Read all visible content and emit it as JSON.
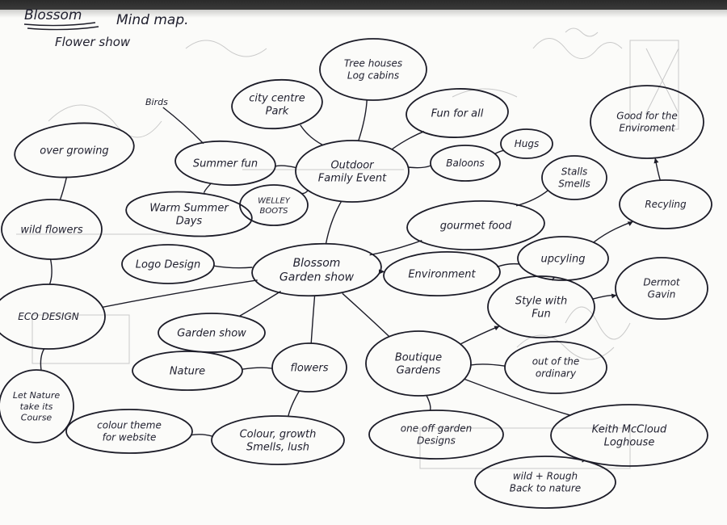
{
  "header": {
    "title": "Blossom",
    "subtitle": "Mind map.",
    "topic": "Flower show"
  },
  "colors": {
    "ink": "#1c1c28",
    "paper": "#fbfbf9",
    "pencil": "#c9c9c9"
  },
  "nodes": [
    {
      "id": "blossom",
      "lines": [
        "Blossom",
        "Garden show"
      ]
    },
    {
      "id": "outdoor",
      "lines": [
        "Outdoor",
        "Family Event"
      ]
    },
    {
      "id": "treehouses",
      "lines": [
        "Tree houses",
        "Log cabins"
      ]
    },
    {
      "id": "citypark",
      "lines": [
        "city centre",
        "Park"
      ]
    },
    {
      "id": "funforall",
      "lines": [
        "Fun for all"
      ]
    },
    {
      "id": "hugs",
      "lines": [
        "Hugs"
      ]
    },
    {
      "id": "balloons",
      "lines": [
        "Baloons"
      ]
    },
    {
      "id": "summerfun",
      "lines": [
        "Summer fun"
      ]
    },
    {
      "id": "welley",
      "lines": [
        "WELLEY",
        "BOOTS"
      ]
    },
    {
      "id": "warmdays",
      "lines": [
        "Warm Summer",
        "Days"
      ]
    },
    {
      "id": "overgrowing",
      "lines": [
        "over growing"
      ]
    },
    {
      "id": "wildflowers",
      "lines": [
        "wild flowers"
      ]
    },
    {
      "id": "logodesign",
      "lines": [
        "Logo Design"
      ]
    },
    {
      "id": "ecodesign",
      "lines": [
        "ECO DESIGN"
      ]
    },
    {
      "id": "letnature",
      "lines": [
        "Let Nature",
        "take its",
        "Course"
      ]
    },
    {
      "id": "gardenshow",
      "lines": [
        "Garden show"
      ]
    },
    {
      "id": "nature",
      "lines": [
        "Nature"
      ]
    },
    {
      "id": "flowers",
      "lines": [
        "flowers"
      ]
    },
    {
      "id": "colourtheme",
      "lines": [
        "colour theme",
        "for website"
      ]
    },
    {
      "id": "colour",
      "lines": [
        "Colour, growth",
        "Smells, lush"
      ]
    },
    {
      "id": "boutique",
      "lines": [
        "Boutique",
        "Gardens"
      ]
    },
    {
      "id": "oneoff",
      "lines": [
        "one off garden",
        "Designs"
      ]
    },
    {
      "id": "outofordinary",
      "lines": [
        "out of the",
        "ordinary"
      ]
    },
    {
      "id": "keith",
      "lines": [
        "Keith McCloud",
        "Loghouse"
      ]
    },
    {
      "id": "wildrough",
      "lines": [
        "wild + Rough",
        "Back to nature"
      ]
    },
    {
      "id": "environment",
      "lines": [
        "Environment"
      ]
    },
    {
      "id": "gourmet",
      "lines": [
        "gourmet food"
      ]
    },
    {
      "id": "stalls",
      "lines": [
        "Stalls",
        "Smells"
      ]
    },
    {
      "id": "upcycling",
      "lines": [
        "upcyling"
      ]
    },
    {
      "id": "recycling",
      "lines": [
        "Recyling"
      ]
    },
    {
      "id": "goodenv",
      "lines": [
        "Good for the",
        "Enviroment"
      ]
    },
    {
      "id": "dermot",
      "lines": [
        "Dermot",
        "Gavin"
      ]
    },
    {
      "id": "stylefun",
      "lines": [
        "Style with",
        "Fun"
      ]
    }
  ],
  "labels": [
    {
      "id": "birds",
      "text": "Birds"
    }
  ],
  "edges": [
    [
      "blossom",
      "outdoor"
    ],
    [
      "blossom",
      "logodesign"
    ],
    [
      "blossom",
      "ecodesign"
    ],
    [
      "blossom",
      "gardenshow"
    ],
    [
      "blossom",
      "flowers"
    ],
    [
      "blossom",
      "boutique"
    ],
    [
      "blossom",
      "environment"
    ],
    [
      "blossom",
      "gourmet"
    ],
    [
      "outdoor",
      "treehouses"
    ],
    [
      "outdoor",
      "citypark"
    ],
    [
      "outdoor",
      "funforall"
    ],
    [
      "outdoor",
      "balloons"
    ],
    [
      "outdoor",
      "summerfun"
    ],
    [
      "outdoor",
      "welley"
    ],
    [
      "balloons",
      "hugs"
    ],
    [
      "summerfun",
      "warmdays"
    ],
    [
      "summerfun",
      "birds"
    ],
    [
      "ecodesign",
      "wildflowers"
    ],
    [
      "ecodesign",
      "letnature"
    ],
    [
      "wildflowers",
      "overgrowing"
    ],
    [
      "flowers",
      "nature"
    ],
    [
      "flowers",
      "colour"
    ],
    [
      "colour",
      "colourtheme"
    ],
    [
      "boutique",
      "oneoff"
    ],
    [
      "boutique",
      "outofordinary"
    ],
    [
      "boutique",
      "keith"
    ],
    [
      "boutique",
      "stylefun"
    ],
    [
      "keith",
      "wildrough"
    ],
    [
      "environment",
      "upcycling"
    ],
    [
      "gourmet",
      "stalls"
    ],
    [
      "upcycling",
      "recycling"
    ],
    [
      "recycling",
      "goodenv"
    ],
    [
      "stylefun",
      "dermot"
    ],
    [
      "stylefun",
      "upcycling"
    ]
  ]
}
